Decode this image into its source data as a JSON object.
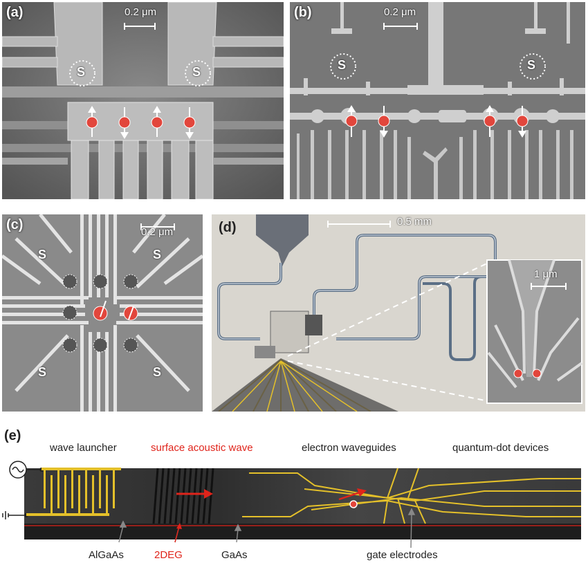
{
  "panels": {
    "a": {
      "label": "(a)",
      "scale": "0.2 μm",
      "site_label": "S"
    },
    "b": {
      "label": "(b)",
      "scale": "0.2 μm",
      "site_label": "S"
    },
    "c": {
      "label": "(c)",
      "scale": "0.2 μm",
      "site_label": "S"
    },
    "d": {
      "label": "(d)",
      "scale": "0.5 mm",
      "inset_scale": "1 μm"
    },
    "e": {
      "label": "(e)",
      "top_labels": {
        "launcher": "wave launcher",
        "saw": "surface acoustic wave",
        "waveguides": "electron waveguides",
        "dots": "quantum-dot devices"
      },
      "bottom_labels": {
        "algaas": "AlGaAs",
        "twodeg": "2DEG",
        "gaas": "GaAs",
        "gates": "gate electrodes"
      }
    }
  },
  "colors": {
    "electron": "#e2463c",
    "gold": "#e4c02a",
    "highlight_red": "#e0241b",
    "sem_gray": "#8a8a8a"
  }
}
